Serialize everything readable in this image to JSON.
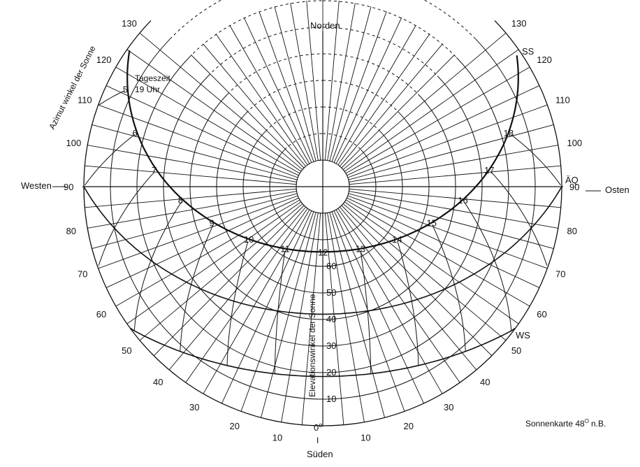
{
  "labels": {
    "north": "Norden",
    "south": "Süden",
    "west": "Westen",
    "east": "Osten",
    "south_marker": "I",
    "azimuth_axis": "Azimut winkel der Sonne",
    "elevation_axis": "Elevationswinkel der Sonne",
    "time_title": "Tageszeit",
    "time_example": "19 Uhr",
    "caption": "Sonnenkarte 48",
    "caption_deg": "O",
    "caption_end": "n.B.",
    "zero": "0",
    "zero_deg": "o"
  },
  "curves": {
    "summer_solstice": "SS",
    "equinox": "ÄQ",
    "winter_solstice": "WS"
  },
  "azimuth_values": [
    10,
    20,
    30,
    40,
    50,
    60,
    70,
    80,
    90,
    100,
    110,
    120,
    130
  ],
  "elevation_values": [
    10,
    20,
    30,
    40,
    50,
    60
  ],
  "hours": [
    "5",
    "6",
    "7",
    "8",
    "9",
    "10",
    "11",
    "12",
    "13",
    "14",
    "15",
    "16",
    "17",
    "18"
  ],
  "colors": {
    "ink": "#111111",
    "background": "#ffffff"
  }
}
